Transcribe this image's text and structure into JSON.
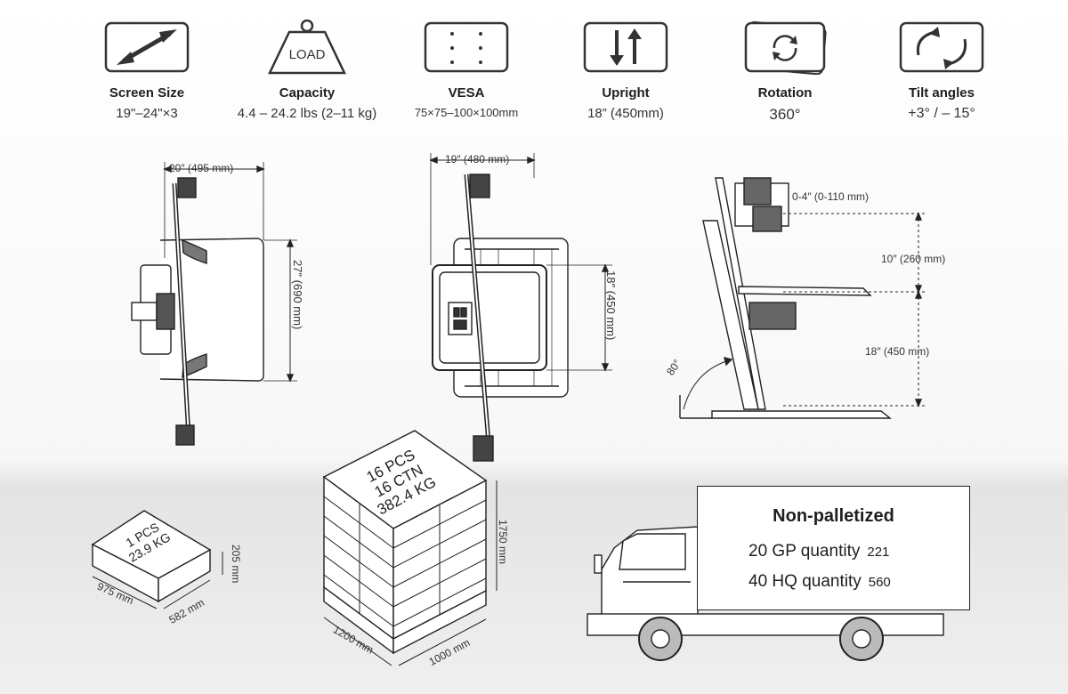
{
  "specs": [
    {
      "icon": "diagonal-arrow-icon",
      "name": "Screen Size",
      "value": "19\"–24\"×3"
    },
    {
      "icon": "weight-icon",
      "icon_text": "LOAD",
      "name": "Capacity",
      "value": "4.4 – 24.2 lbs (2–11 kg)"
    },
    {
      "icon": "vesa-pattern-icon",
      "name": "VESA",
      "value": "75×75–100×100mm"
    },
    {
      "icon": "updown-arrows-icon",
      "name": "Upright",
      "value": "18”  (450mm)"
    },
    {
      "icon": "rotation-icon",
      "name": "Rotation",
      "value": "360°"
    },
    {
      "icon": "tilt-icon",
      "name": "Tilt angles",
      "value": "+3°  / – 15°"
    }
  ],
  "dimensions": {
    "top_width": "20″ (495 mm)",
    "top_depth": "27″ (690 mm)",
    "front_width": "19″ (480 mm)",
    "front_height": "18″ (450 mm)",
    "side_adjust": "0-4″ (0-110 mm)",
    "side_gap": "10″ (260 mm)",
    "side_upright": "18″ (450 mm)",
    "side_angle": "80°"
  },
  "single_box": {
    "line1": "1 PCS",
    "line2": "23.9 KG",
    "length": "975 mm",
    "width": "582 mm",
    "height": "205 mm"
  },
  "pallet": {
    "line1": "16 PCS",
    "line2": "16 CTN",
    "line3": "382.4 KG",
    "length": "1200 mm",
    "width": "1000 mm",
    "height": "1750 mm"
  },
  "shipping": {
    "title": "Non-palletized",
    "rows": [
      {
        "label": "20 GP quantity",
        "value": "221"
      },
      {
        "label": "40 HQ quantity",
        "value": "560"
      }
    ]
  }
}
